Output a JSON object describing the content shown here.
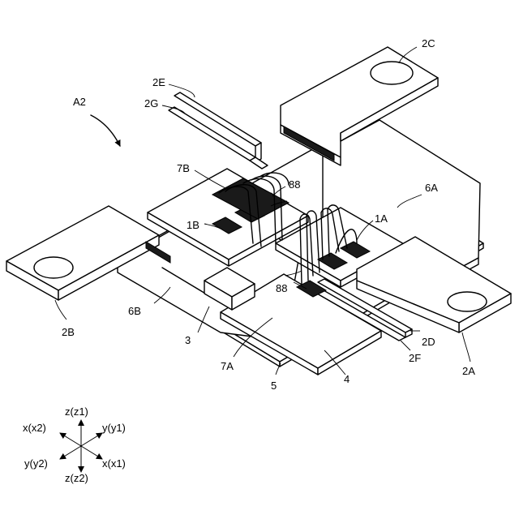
{
  "figure": {
    "label_a2": "A2",
    "terminals": {
      "t2a": "2A",
      "t2b": "2B",
      "t2c": "2C",
      "t2d": "2D",
      "t2e": "2E",
      "t2f": "2F",
      "t2g": "2G"
    },
    "chips": {
      "c1a": "1A",
      "c1b": "1B"
    },
    "wires": {
      "w7a": "7A",
      "w7b": "7B"
    },
    "pads": {
      "p88_top": "88",
      "p88_bottom": "88"
    },
    "plates": {
      "p6a": "6A",
      "p6b": "6B"
    },
    "parts": {
      "part3": "3",
      "part4": "4",
      "part5": "5"
    },
    "axes": {
      "z_up": "z(z1)",
      "z_down": "z(z2)",
      "x_neg": "x(x2)",
      "x_pos": "x(x1)",
      "y_pos": "y(y1)",
      "y_neg": "y(y2)"
    }
  }
}
